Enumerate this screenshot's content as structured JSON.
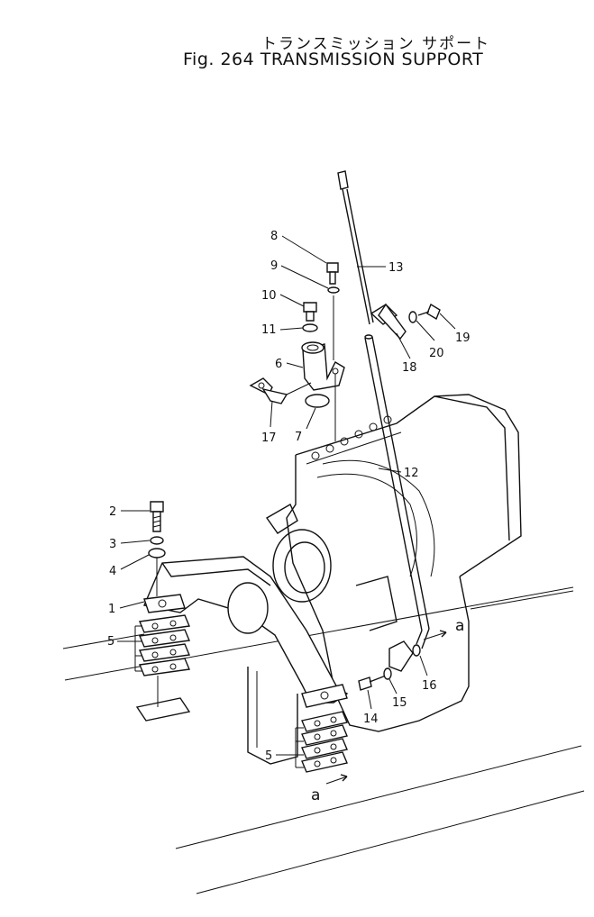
{
  "title_jp": "トランスミッション サポート",
  "title_en": "Fig. 264 TRANSMISSION  SUPPORT",
  "callouts": [
    {
      "id": "c1",
      "text": "1"
    },
    {
      "id": "c2",
      "text": "2"
    },
    {
      "id": "c3",
      "text": "3"
    },
    {
      "id": "c4",
      "text": "4"
    },
    {
      "id": "c5a",
      "text": "5"
    },
    {
      "id": "c5b",
      "text": "5"
    },
    {
      "id": "c6",
      "text": "6"
    },
    {
      "id": "c7",
      "text": "7"
    },
    {
      "id": "c8",
      "text": "8"
    },
    {
      "id": "c9",
      "text": "9"
    },
    {
      "id": "c10",
      "text": "10"
    },
    {
      "id": "c11",
      "text": "11"
    },
    {
      "id": "c12",
      "text": "12"
    },
    {
      "id": "c13",
      "text": "13"
    },
    {
      "id": "c14",
      "text": "14"
    },
    {
      "id": "c15",
      "text": "15"
    },
    {
      "id": "c16",
      "text": "16"
    },
    {
      "id": "c17",
      "text": "17"
    },
    {
      "id": "c18",
      "text": "18"
    },
    {
      "id": "c19",
      "text": "19"
    },
    {
      "id": "c20",
      "text": "20"
    },
    {
      "id": "ca1",
      "text": "a"
    },
    {
      "id": "ca2",
      "text": "a"
    }
  ]
}
